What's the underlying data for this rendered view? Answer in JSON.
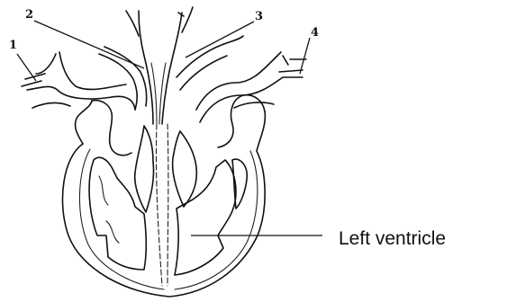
{
  "diagram": {
    "labels": {
      "n1": "1",
      "n2": "2",
      "n3": "3",
      "n4": "4",
      "left_ventricle": "Left ventricle"
    }
  }
}
